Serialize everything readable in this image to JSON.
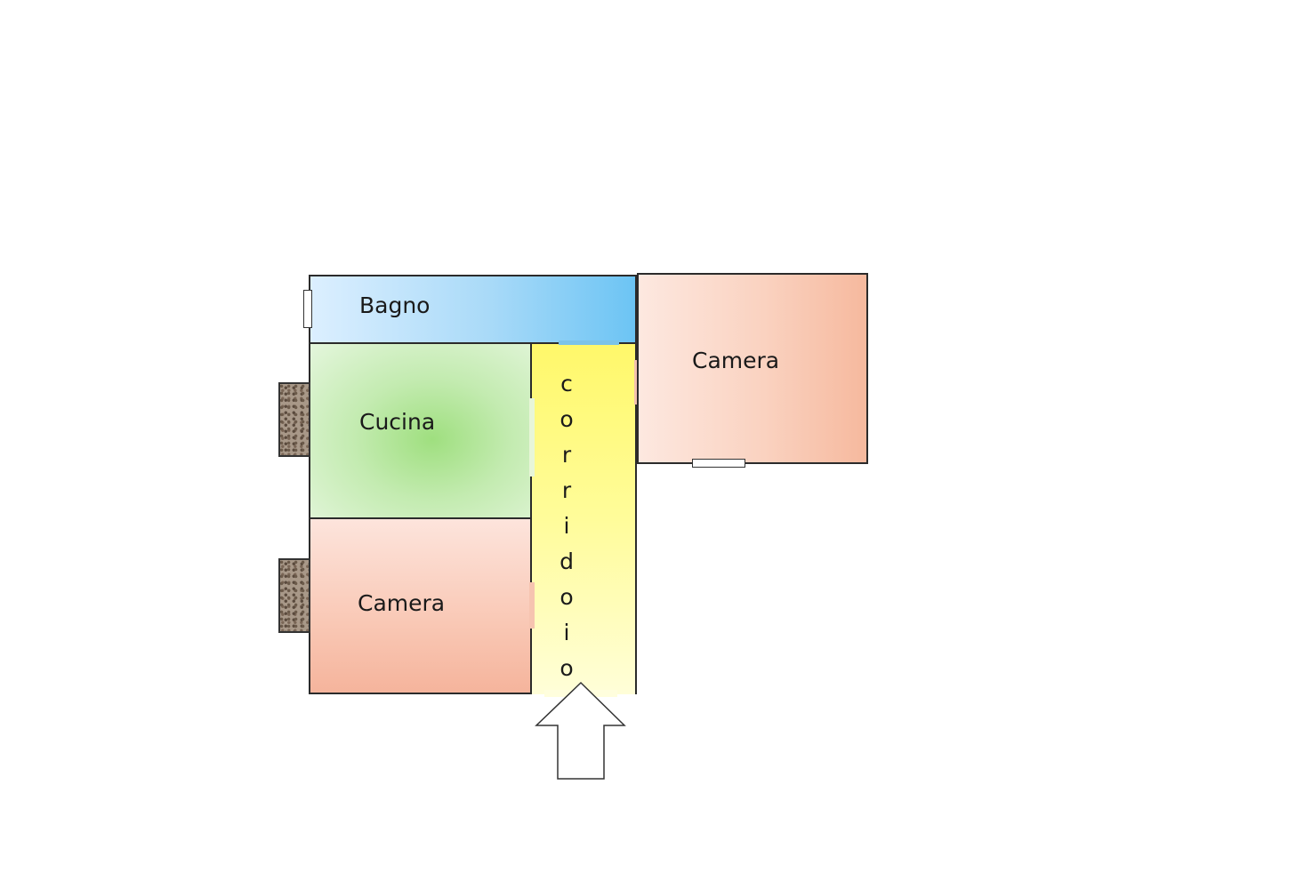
{
  "floorplan": {
    "rooms": {
      "bagno": {
        "label": "Bagno",
        "color": "#8fd0f6"
      },
      "cucina": {
        "label": "Cucina",
        "color": "#b5e69c"
      },
      "camera_left": {
        "label": "Camera",
        "color": "#f9c8b5"
      },
      "camera_right": {
        "label": "Camera",
        "color": "#fad2c0"
      },
      "corridoio": {
        "label": "corridoio",
        "letters": [
          "c",
          "o",
          "r",
          "r",
          "i",
          "d",
          "o",
          "i",
          "o"
        ],
        "color": "#fffa80"
      }
    },
    "entrance": {
      "icon": "arrow-up-icon"
    }
  }
}
